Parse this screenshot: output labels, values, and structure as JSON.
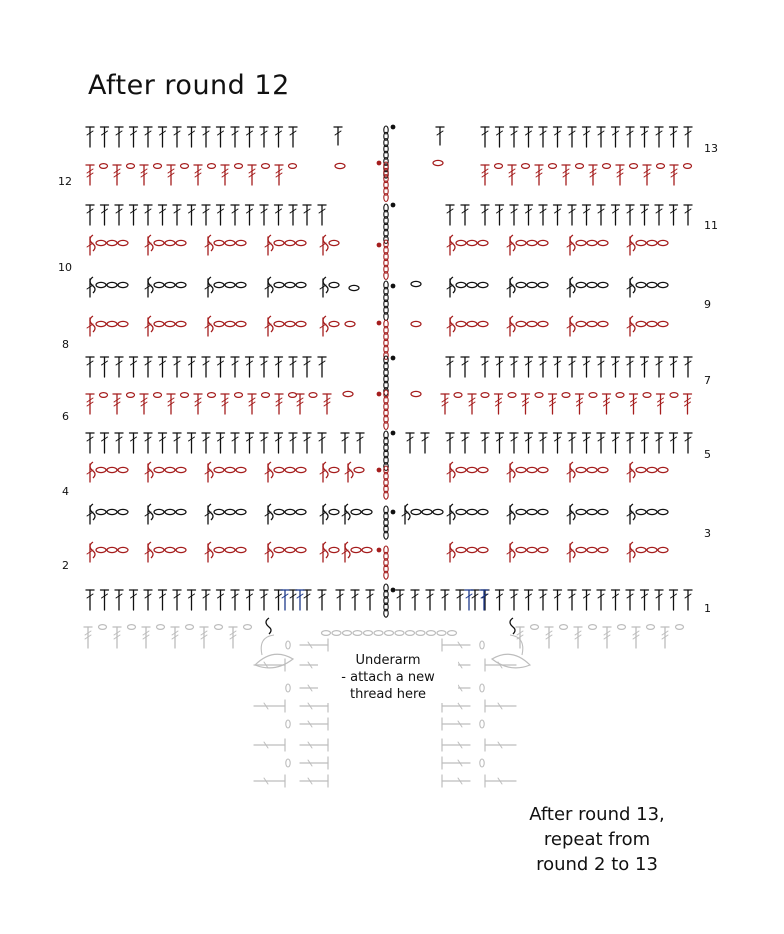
{
  "title": "After round 12",
  "round_labels": {
    "left": [
      "12",
      "10",
      "8",
      "6",
      "4",
      "2"
    ],
    "right": [
      "13",
      "11",
      "9",
      "7",
      "5",
      "3",
      "1"
    ]
  },
  "underarm_note": [
    "Underarm",
    "- attach a new",
    "thread here"
  ],
  "footer_note": [
    "After round 13,",
    "repeat from",
    "round 2 to 13"
  ],
  "colors": {
    "black_rounds": "#111111",
    "red_rounds": "#a51d1d",
    "blue_stitches": "#1f3b8c",
    "previous_work": "#bdbdbd"
  },
  "symbols": {
    "treble": "t-stitch-icon",
    "double_treble": "tall-stitch-icon",
    "chain": "chain-oval-icon",
    "slip_stitch": "slip-stitch-dot-icon",
    "front_post": "front-post-hook-icon"
  }
}
